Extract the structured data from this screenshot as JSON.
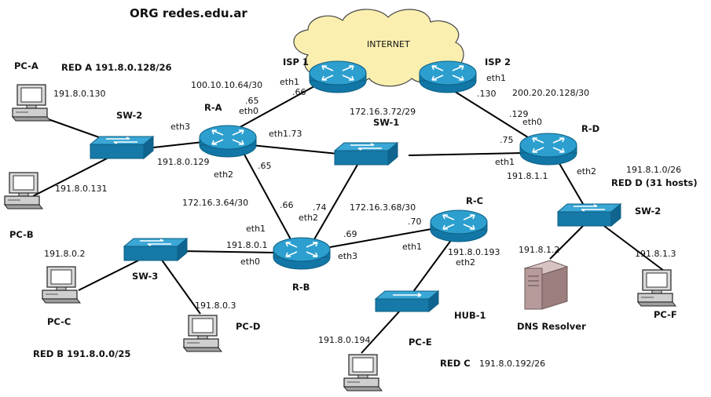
{
  "title": "ORG redes.edu.ar",
  "internet": "INTERNET",
  "devices": {
    "isp1": "ISP 1",
    "isp2": "ISP 2",
    "ra": "R-A",
    "rb": "R-B",
    "rc": "R-C",
    "rd": "R-D",
    "sw1": "SW-1",
    "sw2_left": "SW-2",
    "sw2_right": "SW-2",
    "sw3": "SW-3",
    "hub1": "HUB-1",
    "pca": "PC-A",
    "pcb": "PC-B",
    "pcc": "PC-C",
    "pcd": "PC-D",
    "pce": "PC-E",
    "pcf": "PC-F",
    "dns": "DNS Resolver"
  },
  "networks": {
    "red_a": "RED A  191.8.0.128/26",
    "red_b": "RED B  191.8.0.0/25",
    "red_c": "RED C",
    "red_c_net": "191.8.0.192/26",
    "red_d": "RED D (31 hosts)",
    "red_d_net": "191.8.1.0/26",
    "net_isp1": "100.10.10.64/30",
    "net_isp2": "200.20.20.128/30",
    "net_sw1": "172.16.3.72/29",
    "net_ab": "172.16.3.64/30",
    "net_bc": "172.16.3.68/30"
  },
  "labels": {
    "pca_ip": "191.8.0.130",
    "pcb_ip": "191.8.0.131",
    "pcc_ip": "191.8.0.2",
    "pcd_ip": "191.8.0.3",
    "pce_ip": "191.8.0.194",
    "pcf_ip": "191.8.1.3",
    "dns_ip": "191.8.1.2",
    "ra_eth3": "eth3",
    "ra_eth3_ip": "191.8.0.129",
    "ra_eth0": "eth0",
    "ra_eth0_ip": ".65",
    "ra_eth1": "eth1.73",
    "ra_eth2": "eth2",
    "ra_eth2_ip": ".65",
    "isp1_eth1": "eth1",
    "isp1_ip": ".66",
    "isp2_eth1": "eth1",
    "isp2_ip": ".130",
    "rd_eth0": "eth0",
    "rd_eth0_ip": ".129",
    "rd_eth1_ip": ".75",
    "rd_eth1": "eth1",
    "rd_eth1_ip2": "191.8.1.1",
    "rd_eth2": "eth2",
    "rb_eth2_ip": ".66",
    "rb_eth1_ip": ".74",
    "rb_eth2": "eth2",
    "rb_eth1": "eth1",
    "rb_eth0_ip": "191.8.0.1",
    "rb_eth0": "eth0",
    "rb_eth3_ip": ".69",
    "rb_eth3": "eth3",
    "rc_eth1_ip": ".70",
    "rc_eth1": "eth1",
    "rc_eth2_ip": "191.8.0.193",
    "rc_eth2": "eth2"
  },
  "colors": {
    "cloud": "#fbefb0",
    "device_blue": "#1f8bbd",
    "link": "#000000"
  }
}
